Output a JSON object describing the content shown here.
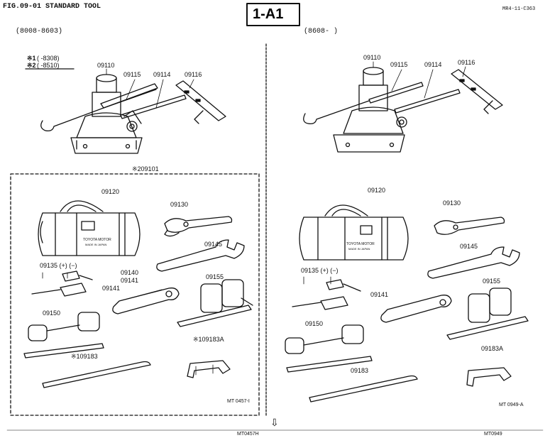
{
  "header": {
    "fig_title": "FIG.09-01 STANDARD TOOL",
    "page_code": "1-A1",
    "ref_code": "MR4-11-C363",
    "left_period": "(8008-8603)",
    "right_period": "(8608-    )"
  },
  "footnotes": [
    {
      "mark": "※1",
      "text": "(    -8308)"
    },
    {
      "mark": "※2",
      "text": "(    -8510)"
    }
  ],
  "left_panel": {
    "labels": {
      "jack": "09110",
      "handle": "09115",
      "extension": "09114",
      "crank": "09116",
      "kit": "※209101",
      "bag": "09120",
      "pliers": "09130",
      "wrench": "09145",
      "screwdriver": "09135 (+) (−)",
      "spanner_a": "09140",
      "spanner_b": "09141",
      "spanner_c": "09141",
      "socket": "09155",
      "plug_socket": "09150",
      "hook": "※109183A",
      "bar": "※109183"
    },
    "bag_text": {
      "brand": "TOYOTA MOTOR",
      "sub": "MADE IN JAPAN"
    },
    "code": "MT 0457-I"
  },
  "right_panel": {
    "labels": {
      "jack": "09110",
      "handle": "09115",
      "extension": "09114",
      "crank": "09116",
      "bag": "09120",
      "pliers": "09130",
      "wrench": "09145",
      "screwdriver": "09135 (+) (−)",
      "spanner": "09141",
      "socket": "09155",
      "plug_socket": "09150",
      "hook": "09183A",
      "bar": "09183"
    },
    "bag_text": {
      "brand": "TOYOTA MOTOR",
      "sub": "MADE IN JAPAN"
    },
    "code": "MT 0949-A"
  },
  "footer": {
    "arrow": "⇩",
    "left_code": "MT0457H",
    "right_code": "MT0949"
  }
}
